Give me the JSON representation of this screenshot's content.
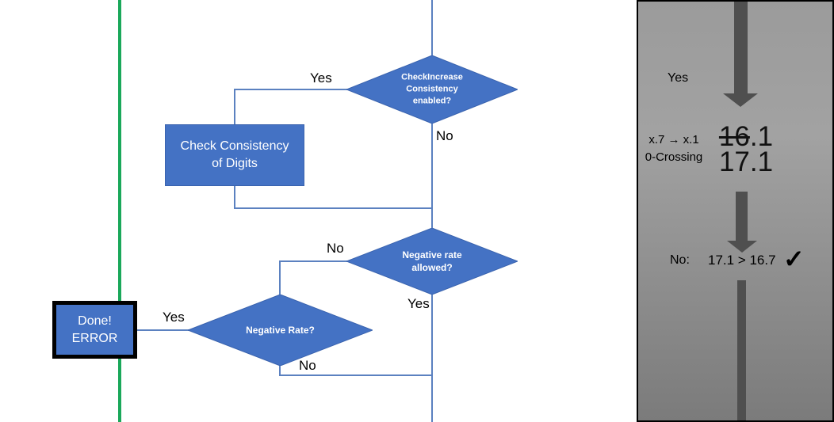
{
  "flowchart": {
    "decisions": {
      "check_increase": {
        "label": "CheckIncrease Consistency enabled?"
      },
      "negative_rate_allowed": {
        "label": "Negative rate allowed?"
      },
      "negative_rate": {
        "label": "Negative Rate?"
      }
    },
    "process": {
      "check_consistency": {
        "label": "Check Consistency of Digits"
      }
    },
    "terminal": {
      "done_error": {
        "line1": "Done!",
        "line2": "ERROR"
      }
    },
    "branch_labels": {
      "check_increase_yes": "Yes",
      "check_increase_no": "No",
      "negative_rate_allowed_no": "No",
      "negative_rate_allowed_yes": "Yes",
      "negative_rate_yes": "Yes",
      "negative_rate_no": "No"
    }
  },
  "panel": {
    "yes_label": "Yes",
    "rule_line1": "x.7 → x.1",
    "rule_line2": "0-Crossing",
    "old_value_struck": "16",
    "old_value_rest": ".1",
    "new_value": "17.1",
    "result_label": "No:",
    "comparison": "17.1 > 16.7",
    "check_icon": "✓"
  },
  "colors": {
    "shape_blue": "#4472C4",
    "connector_blue": "#5B81C0",
    "guide_green": "#1AA85A",
    "arrow_gray": "#4F4F4F",
    "panel_border": "#000000"
  }
}
